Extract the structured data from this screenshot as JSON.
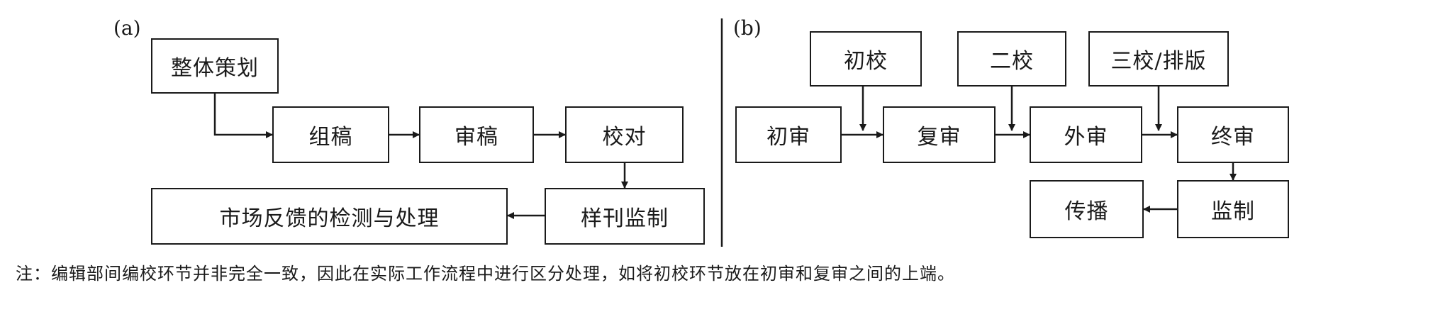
{
  "panel_a": {
    "label": "(a)",
    "nodes": {
      "planning": "整体策划",
      "manuscript": "组稿",
      "review": "审稿",
      "proofread": "校对",
      "sample": "样刊监制",
      "feedback": "市场反馈的检测与处理"
    }
  },
  "panel_b": {
    "label": "(b)",
    "nodes": {
      "proof1": "初校",
      "proof2": "二校",
      "proof3": "三校/排版",
      "review1": "初审",
      "review2": "复审",
      "external": "外审",
      "final": "终审",
      "spread": "传播",
      "supervise": "监制"
    }
  },
  "note": "注：编辑部间编校环节并非完全一致，因此在实际工作流程中进行区分处理，如将初校环节放在初审和复审之间的上端。",
  "colors": {
    "line": "#1a1a1a",
    "box_fill": "#ffffff"
  }
}
